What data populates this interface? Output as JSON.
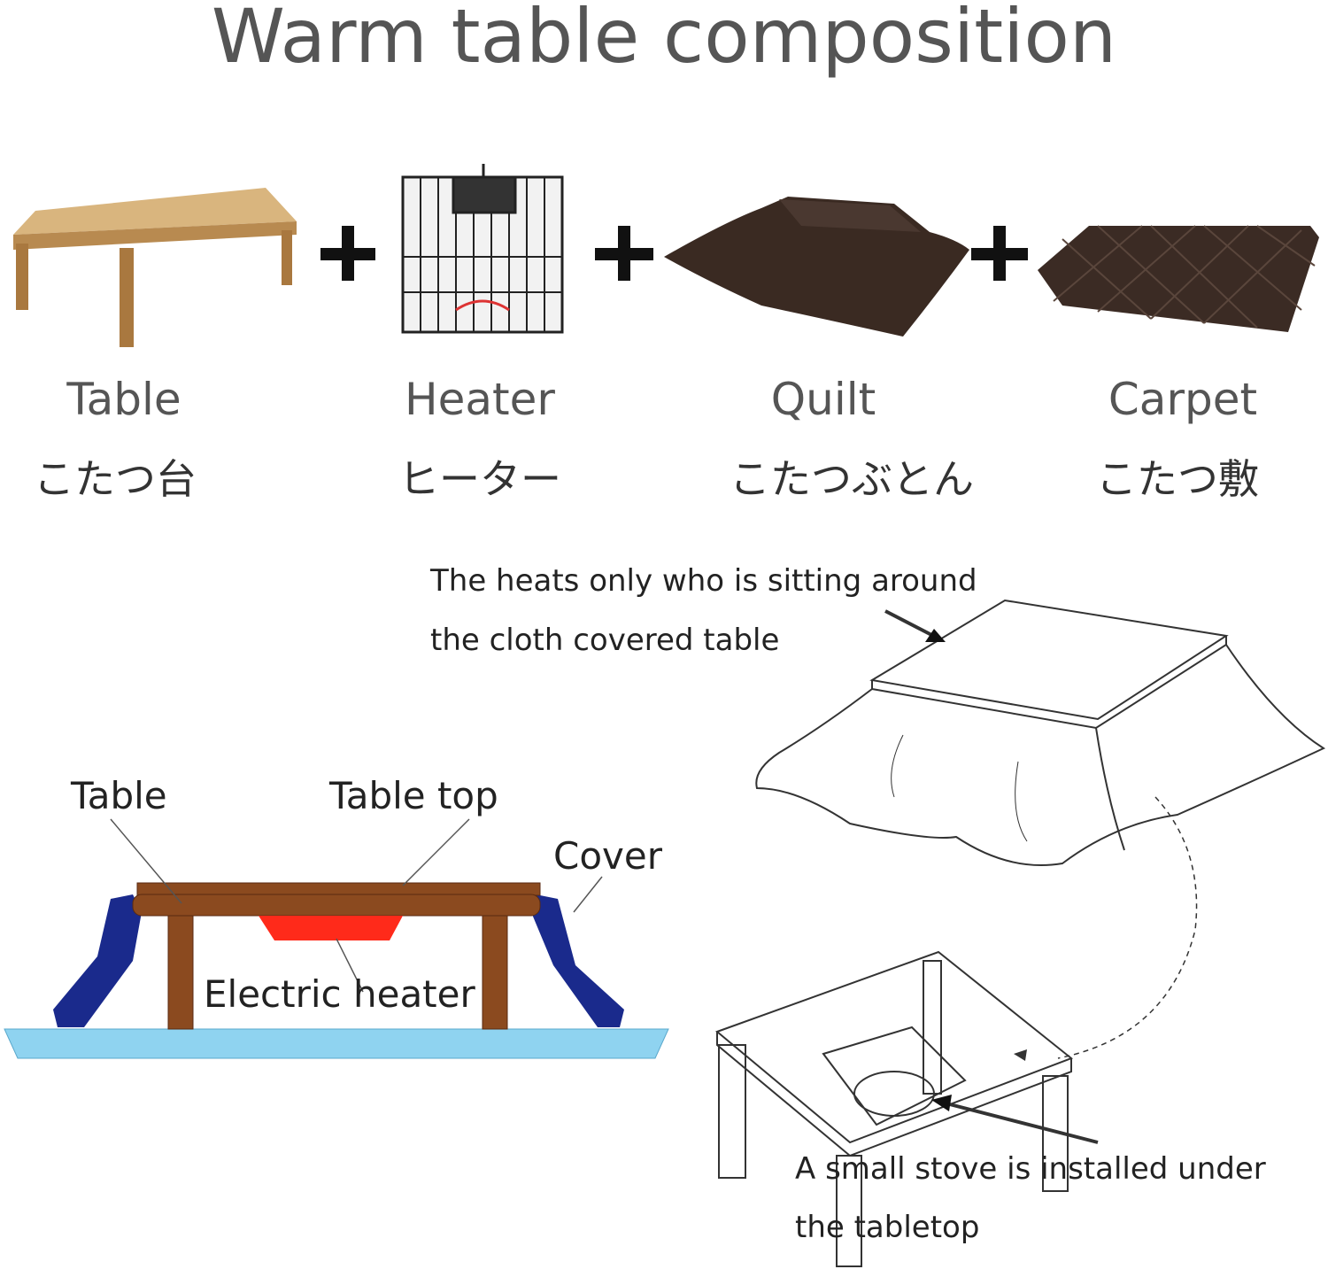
{
  "title": "Warm table composition",
  "components": [
    {
      "label": "Table",
      "japanese": "こたつ台"
    },
    {
      "label": "Heater",
      "japanese": "ヒーター"
    },
    {
      "label": "Quilt",
      "japanese": "こたつぶとん"
    },
    {
      "label": "Carpet",
      "japanese": "こたつ敷"
    }
  ],
  "plus": "+",
  "notes": {
    "top_line1": "The heats only who is sitting around",
    "top_line2": "the cloth covered table",
    "bottom_line1": "A small stove is installed under",
    "bottom_line2": "the tabletop"
  },
  "cross_section": {
    "table": "Table",
    "table_top": "Table top",
    "cover": "Cover",
    "heater": "Electric heater"
  },
  "colors": {
    "wood": "#8b4a1f",
    "cover": "#1a2a8c",
    "heater": "#ff2a1a",
    "floor": "#8fd3f0"
  }
}
